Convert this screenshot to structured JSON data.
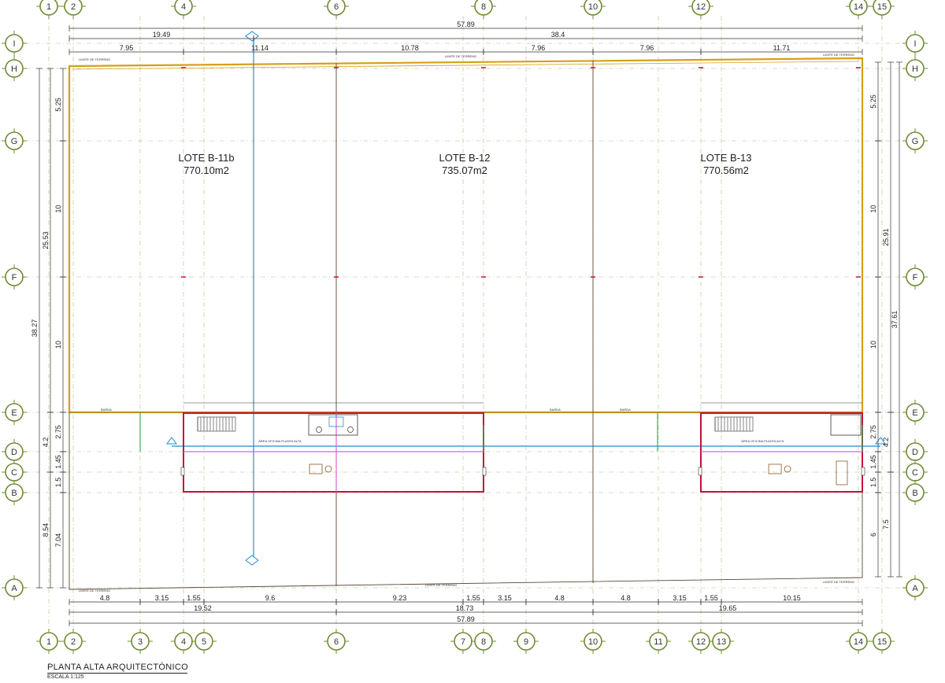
{
  "title": "PLANTA ALTA ARQUITECTÓNICO",
  "scale": "ESCALA 1:125",
  "lots": [
    {
      "name": "LOTE B-11b",
      "area": "770.10m2"
    },
    {
      "name": "LOTE B-12",
      "area": "735.07m2"
    },
    {
      "name": "LOTE B-13",
      "area": "770.56m2"
    }
  ],
  "grid_columns_bottom": [
    "1",
    "2",
    "3",
    "4",
    "5",
    "6",
    "7",
    "8",
    "9",
    "10",
    "11",
    "12",
    "13",
    "14",
    "15"
  ],
  "grid_columns_top": [
    "1",
    "2",
    "4",
    "6",
    "8",
    "10",
    "12",
    "14",
    "15"
  ],
  "grid_rows": [
    "I",
    "H",
    "G",
    "F",
    "E",
    "D",
    "C",
    "B",
    "A"
  ],
  "dims_top": {
    "overall": "57.89",
    "second": [
      "19.49",
      "38.4"
    ],
    "third": [
      "7.95",
      "11.14",
      "10.78",
      "7.96",
      "7.96",
      "11.71"
    ]
  },
  "dims_bottom": {
    "first": [
      "4.8",
      "3.15",
      "1.55",
      "9.6",
      "9.23",
      "1.55",
      "3.15",
      "4.8",
      "4.8",
      "3.15",
      "1.55",
      "10.15"
    ],
    "second": [
      "19.52",
      "18.73",
      "19.65"
    ],
    "overall": "57.89"
  },
  "dims_left": {
    "inner": [
      "5.25",
      "10",
      "10",
      "2.75",
      "1.45",
      "1.5",
      "7.04"
    ],
    "middle": [
      "25.53",
      "4.2",
      "8.54"
    ],
    "outer": "38.27"
  },
  "dims_right": {
    "inner": [
      "5.25",
      "10",
      "10",
      "2.75",
      "1.45",
      "1.5",
      "6"
    ],
    "middle": [
      "25.91",
      "4.2",
      "7.5"
    ],
    "outer": "37.61"
  },
  "small_labels": {
    "boundary": "LIMITE DE TERRENO",
    "fence": "BARDA",
    "office": "ÁREA OFICINA PLANTA ALTA"
  },
  "colors": {
    "boundary": "#d4a017",
    "section": "#1c8fd0",
    "office_wall": "#c4123a",
    "office_partition": "#e060d8",
    "green": "#33b35c",
    "grid": "#6f8b33",
    "dimension": "#333333"
  }
}
